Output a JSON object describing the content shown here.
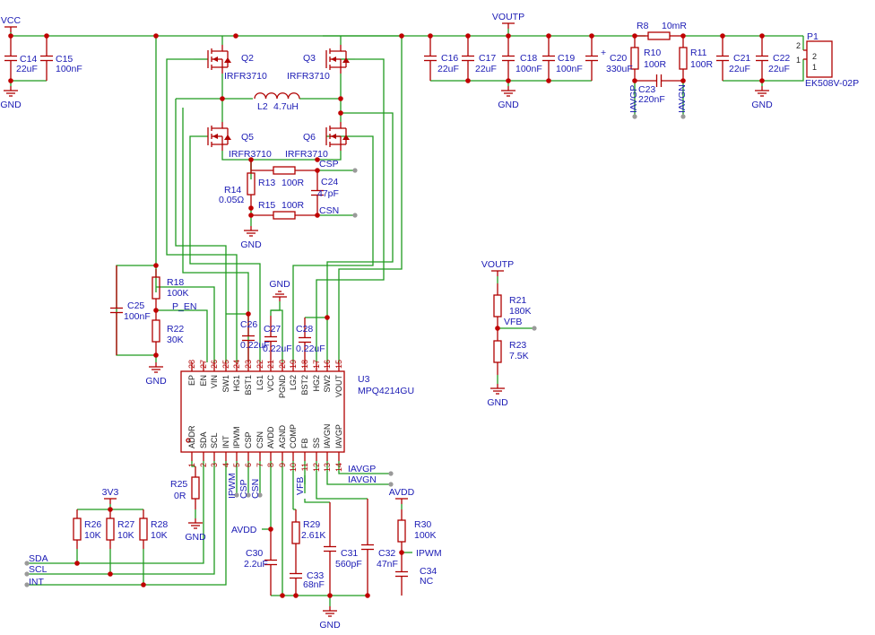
{
  "chart_data": {
    "type": "schematic",
    "ic": {
      "ref": "U3",
      "part": "MPQ4214GU",
      "top_pins": [
        {
          "name": "EP",
          "num": "28"
        },
        {
          "name": "EN",
          "num": "27"
        },
        {
          "name": "VIN",
          "num": "26"
        },
        {
          "name": "SW1",
          "num": "25"
        },
        {
          "name": "HG1",
          "num": "24"
        },
        {
          "name": "BST1",
          "num": "23"
        },
        {
          "name": "LG1",
          "num": "22"
        },
        {
          "name": "VCC",
          "num": "21"
        },
        {
          "name": "PGND",
          "num": "20"
        },
        {
          "name": "LG2",
          "num": "19"
        },
        {
          "name": "BST2",
          "num": "18"
        },
        {
          "name": "HG2",
          "num": "17"
        },
        {
          "name": "SW2",
          "num": "16"
        },
        {
          "name": "VOUT",
          "num": "15"
        }
      ],
      "bottom_pins": [
        {
          "name": "ADDR",
          "num": "1"
        },
        {
          "name": "SDA",
          "num": "2"
        },
        {
          "name": "SCL",
          "num": "3"
        },
        {
          "name": "INT",
          "num": "4"
        },
        {
          "name": "IPWM",
          "num": "5"
        },
        {
          "name": "CSP",
          "num": "6"
        },
        {
          "name": "CSN",
          "num": "7"
        },
        {
          "name": "AVDD",
          "num": "8"
        },
        {
          "name": "AGND",
          "num": "9"
        },
        {
          "name": "COMP",
          "num": "10"
        },
        {
          "name": "FB",
          "num": "11"
        },
        {
          "name": "SS",
          "num": "12"
        },
        {
          "name": "IAVGN",
          "num": "13"
        },
        {
          "name": "IAVGP",
          "num": "14"
        }
      ]
    },
    "components": [
      {
        "ref": "C14",
        "value": "22uF"
      },
      {
        "ref": "C15",
        "value": "100nF"
      },
      {
        "ref": "Q2",
        "value": "IRFR3710"
      },
      {
        "ref": "Q3",
        "value": "IRFR3710"
      },
      {
        "ref": "Q5",
        "value": "IRFR3710"
      },
      {
        "ref": "Q6",
        "value": "IRFR3710"
      },
      {
        "ref": "L2",
        "value": "4.7uH"
      },
      {
        "ref": "C16",
        "value": "22uF"
      },
      {
        "ref": "C17",
        "value": "22uF"
      },
      {
        "ref": "C18",
        "value": "100nF"
      },
      {
        "ref": "C19",
        "value": "100nF"
      },
      {
        "ref": "C20",
        "value": "330uF"
      },
      {
        "ref": "R8",
        "value": "10mR"
      },
      {
        "ref": "R10",
        "value": "100R"
      },
      {
        "ref": "R11",
        "value": "100R"
      },
      {
        "ref": "C23",
        "value": "220nF"
      },
      {
        "ref": "C21",
        "value": "22uF"
      },
      {
        "ref": "C22",
        "value": "22uF"
      },
      {
        "ref": "P1",
        "value": "EK508V-02P"
      },
      {
        "ref": "R13",
        "value": "100R"
      },
      {
        "ref": "R14",
        "value": "0.05Ω"
      },
      {
        "ref": "R15",
        "value": "100R"
      },
      {
        "ref": "C24",
        "value": "47pF"
      },
      {
        "ref": "R18",
        "value": "100K"
      },
      {
        "ref": "R22",
        "value": "30K"
      },
      {
        "ref": "C25",
        "value": "100nF"
      },
      {
        "ref": "C26",
        "value": "0.22uF"
      },
      {
        "ref": "C27",
        "value": "0.22uF"
      },
      {
        "ref": "C28",
        "value": "0.22uF"
      },
      {
        "ref": "R21",
        "value": "180K"
      },
      {
        "ref": "R23",
        "value": "7.5K"
      },
      {
        "ref": "R25",
        "value": "0R"
      },
      {
        "ref": "R26",
        "value": "10K"
      },
      {
        "ref": "R27",
        "value": "10K"
      },
      {
        "ref": "R28",
        "value": "10K"
      },
      {
        "ref": "R29",
        "value": "2.61K"
      },
      {
        "ref": "C30",
        "value": "2.2uF"
      },
      {
        "ref": "C31",
        "value": "560pF"
      },
      {
        "ref": "C32",
        "value": "47nF"
      },
      {
        "ref": "C33",
        "value": "68nF"
      },
      {
        "ref": "R30",
        "value": "100K"
      },
      {
        "ref": "C34",
        "value": "NC"
      }
    ],
    "nets": {
      "vcc": "VCC",
      "voutp": "VOUTP",
      "gnd": "GND",
      "p_en": "P_EN",
      "csp": "CSP",
      "csn": "CSN",
      "iavgp": "IAVGP",
      "iavgn": "IAVGN",
      "vfb": "VFB",
      "avdd": "AVDD",
      "ipwm": "IPWM",
      "v3v3": "3V3",
      "sda": "SDA",
      "scl": "SCL",
      "int": "INT"
    },
    "connector_pins": [
      "2",
      "1"
    ]
  }
}
